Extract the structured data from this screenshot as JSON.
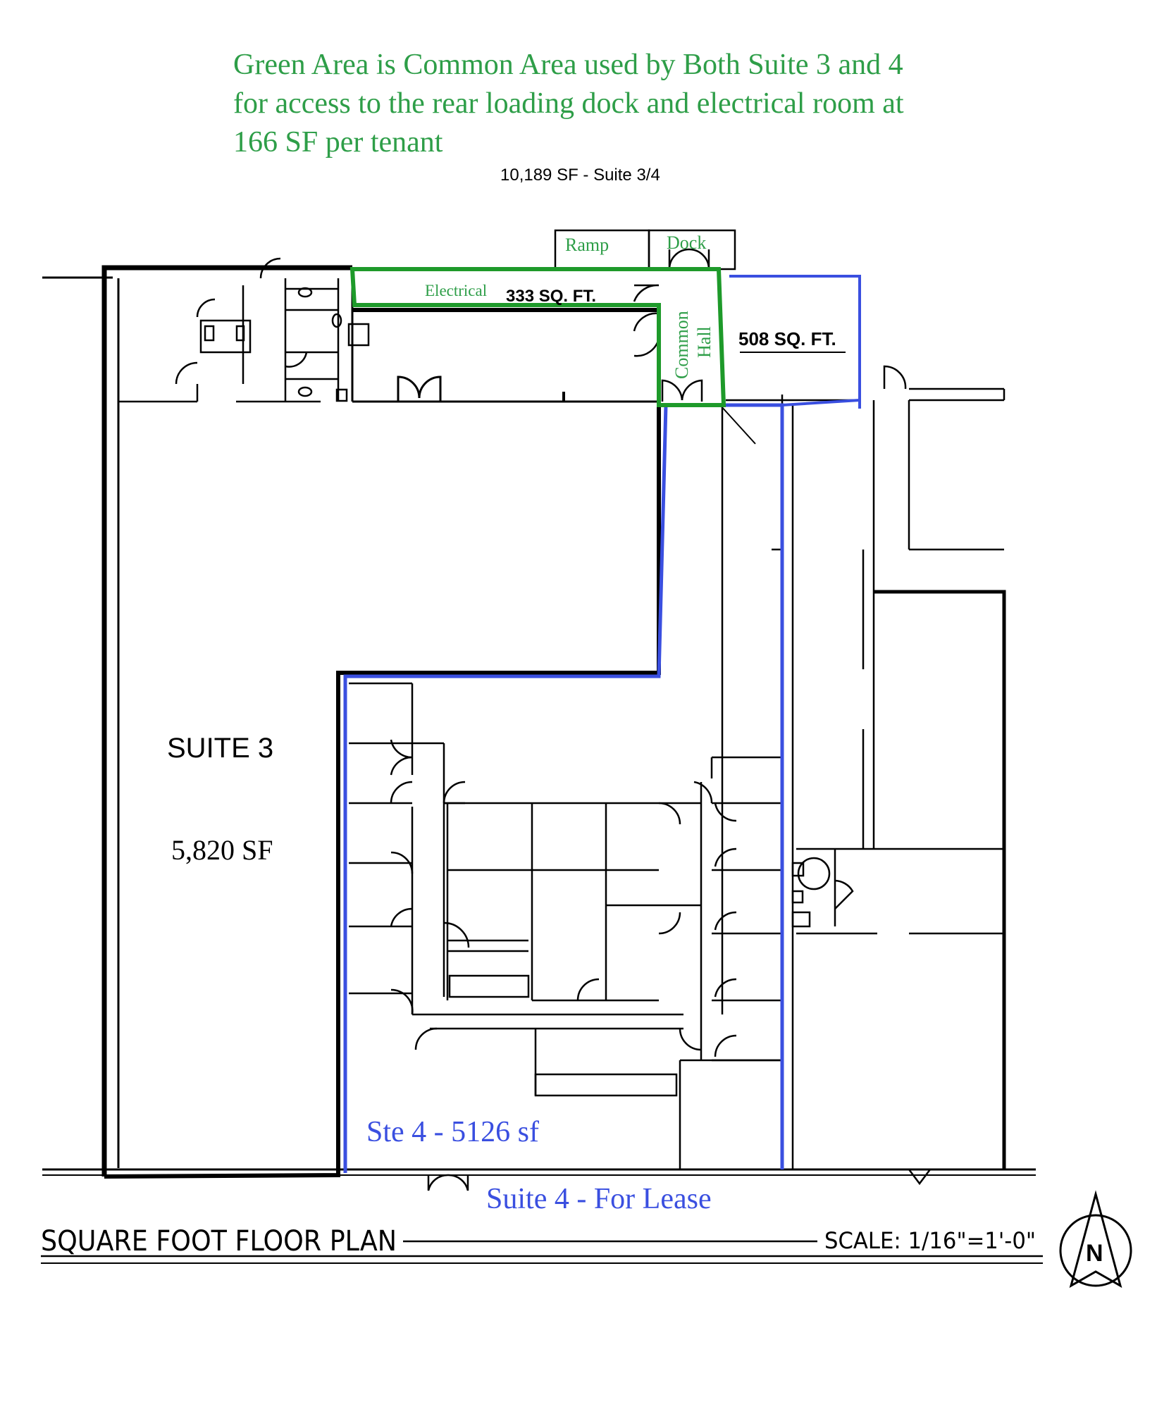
{
  "header": {
    "note_lines": [
      "Green Area is Common Area used by Both Suite 3 and 4",
      "for access to the rear loading dock and electrical room at",
      "166 SF per tenant"
    ],
    "total_area": "10,189 SF - Suite 3/4"
  },
  "rooms": {
    "ramp": "Ramp",
    "dock": "Dock",
    "electrical": "Electrical",
    "electrical_area": "333 SQ. FT.",
    "common": "Common",
    "hall": "Hall",
    "room_508": "508 SQ. FT."
  },
  "suite3": {
    "name": "SUITE 3",
    "area": "5,820 SF"
  },
  "suite4": {
    "area_label": "Ste 4 - 5126 sf",
    "lease_label": "Suite 4 - For Lease"
  },
  "footer": {
    "title": "SQUARE FOOT FLOOR PLAN",
    "scale": "SCALE: 1/16\"=1'-0\"",
    "north": "N"
  },
  "colors": {
    "common_area": "#1e9a2a",
    "suite4_outline": "#3a4fe0",
    "note_text": "#2e9e48",
    "suite4_text": "#3a4fe0",
    "walls": "#000000"
  }
}
